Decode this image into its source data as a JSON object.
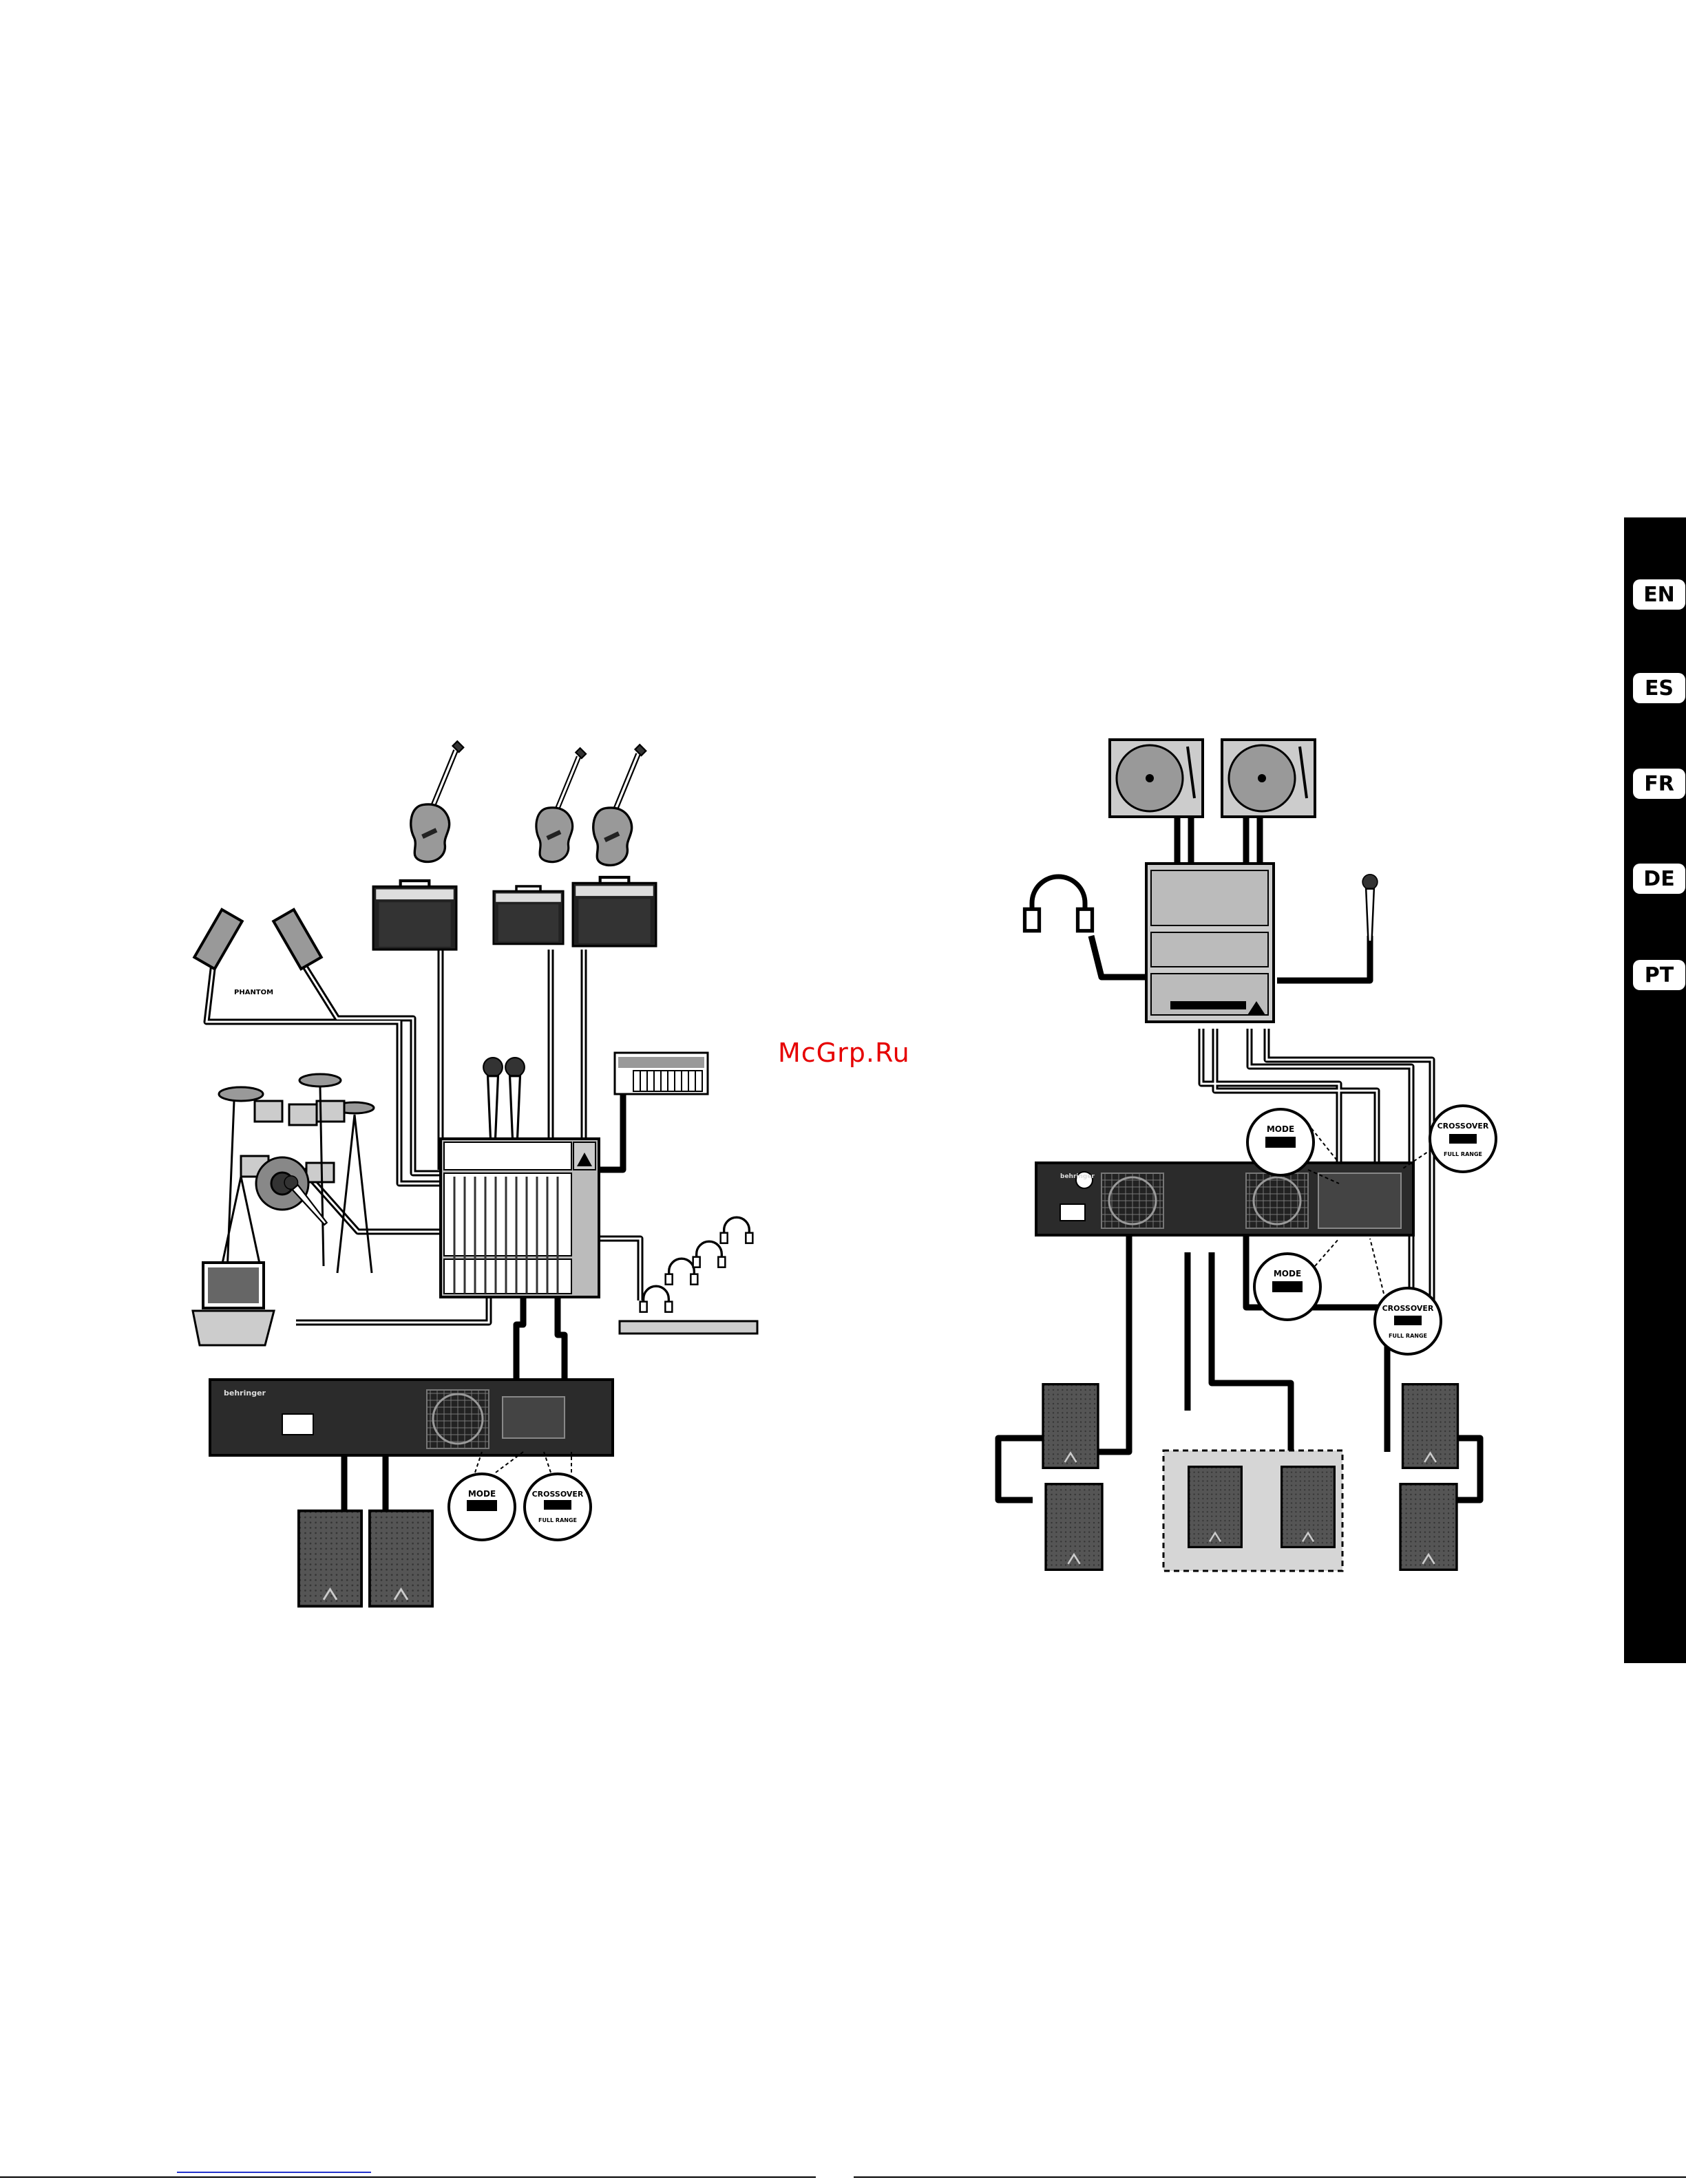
{
  "languages": [
    "EN",
    "ES",
    "FR",
    "DE",
    "PT"
  ],
  "watermark": "McGrp.Ru",
  "left_diagram": {
    "phantom_label": "PHANTOM",
    "amp_brand": "behringer",
    "mode_label": "MODE",
    "crossover_label": "CROSSOVER",
    "full_range_label": "FULL RANGE"
  },
  "right_diagram": {
    "mode_label": "MODE",
    "crossover_label": "CROSSOVER",
    "full_range_label": "FULL RANGE",
    "amp_brand": "behringer"
  },
  "colors": {
    "ink": "#000000",
    "device_dark": "#2b2b2b",
    "device_gray": "#cfcfcf",
    "speaker": "#555555",
    "watermark": "#e60000",
    "bridge_zone": "#d6d6d6"
  }
}
